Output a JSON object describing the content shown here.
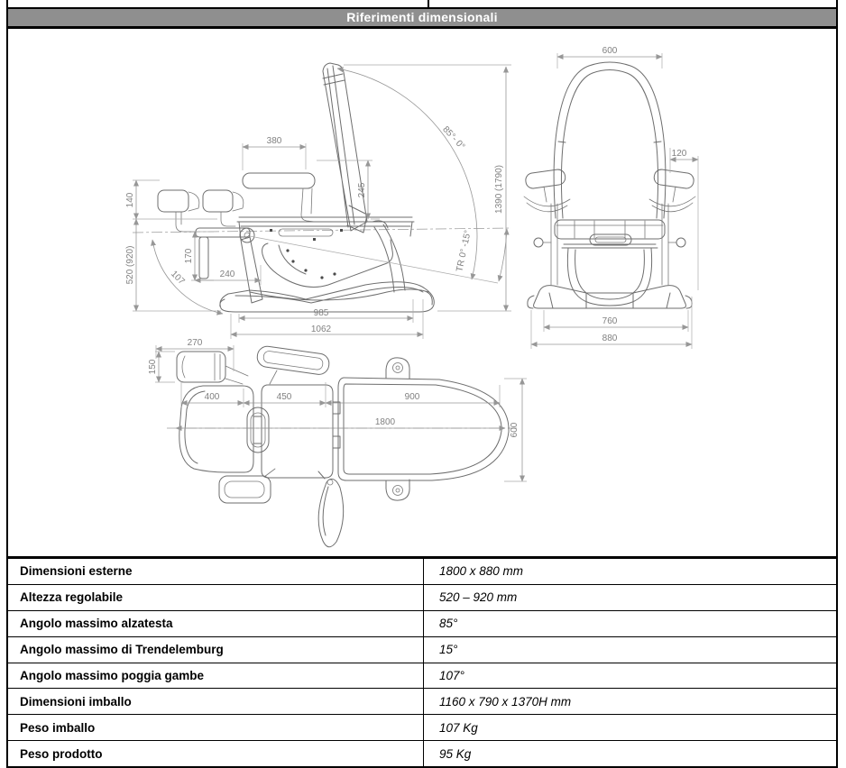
{
  "header": {
    "title": "Riferimenti dimensionali"
  },
  "colors": {
    "header_bg": "#8f8f8f",
    "header_text": "#ffffff",
    "border": "#000000",
    "drawing_line": "#6e6e6e",
    "dimension_line": "#979797"
  },
  "drawing": {
    "side_view": {
      "dims": {
        "armrest_length": "380",
        "armrest_height": "245",
        "legrest_height": "140",
        "seat_height": "520 (920)",
        "legrest_drop": "170",
        "legrest_reach": "240",
        "legrest_angle": "107",
        "base_length": "985",
        "base_overall_length": "1062",
        "overall_height": "1390 (1790)",
        "backrest_angle": "85°- 0°",
        "trendelenburg_angle": "TR 0° -15°"
      }
    },
    "front_view": {
      "dims": {
        "backrest_width": "600",
        "armrest_offset": "120",
        "base_width": "760",
        "overall_width": "880"
      }
    },
    "top_view": {
      "dims": {
        "headrest_length": "270",
        "headrest_width": "150",
        "backrest_section": "400",
        "seat_section": "450",
        "legrest_section": "900",
        "overall_length": "1800",
        "overall_width": "600"
      }
    }
  },
  "table": {
    "rows": [
      {
        "label": "Dimensioni esterne",
        "value": "1800 x 880 mm"
      },
      {
        "label": "Altezza regolabile",
        "value": "520 – 920 mm"
      },
      {
        "label": "Angolo massimo alzatesta",
        "value": "85°"
      },
      {
        "label": "Angolo massimo di Trendelemburg",
        "value": "15°"
      },
      {
        "label": "Angolo massimo poggia gambe",
        "value": "107°"
      },
      {
        "label": "Dimensioni imballo",
        "value": "1160 x 790 x 1370H mm"
      },
      {
        "label": "Peso imballo",
        "value": "107 Kg"
      },
      {
        "label": "Peso prodotto",
        "value": "95 Kg"
      }
    ]
  }
}
